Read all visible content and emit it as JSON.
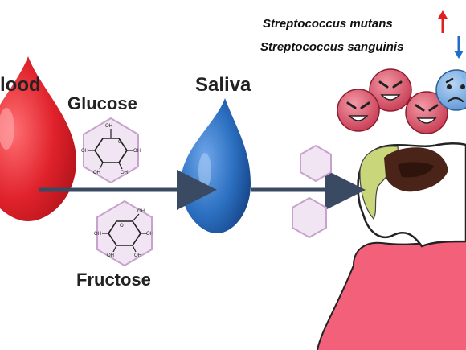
{
  "labels": {
    "blood": "lood",
    "saliva": "Saliva",
    "glucose": "Glucose",
    "fructose": "Fructose"
  },
  "bacteria": {
    "mutans": "Streptococcus mutans",
    "sanguinis": "Streptococcus sanguinis",
    "mutans_trend": "up",
    "sanguinis_trend": "down"
  },
  "molecule_atoms": {
    "glucose": [
      "OH",
      "OH",
      "OH",
      "OH",
      "OH",
      "O"
    ],
    "fructose": [
      "O",
      "OH",
      "OH",
      "OH",
      "OH",
      "OH"
    ]
  },
  "colors": {
    "blood": "#e0222b",
    "saliva": "#2b6fc0",
    "arrow": "#3b4a63",
    "up_arrow": "#e02020",
    "down_arrow": "#1e6ec8",
    "hexagon_fill": "#f1e4f3",
    "hexagon_stroke": "#c7a2cc",
    "bacteria_red": "#d24a5f",
    "bacteria_blue": "#7fb1e6",
    "gum": "#f2607a",
    "plaque": "#c9d67a",
    "cavity": "#4a2418"
  }
}
